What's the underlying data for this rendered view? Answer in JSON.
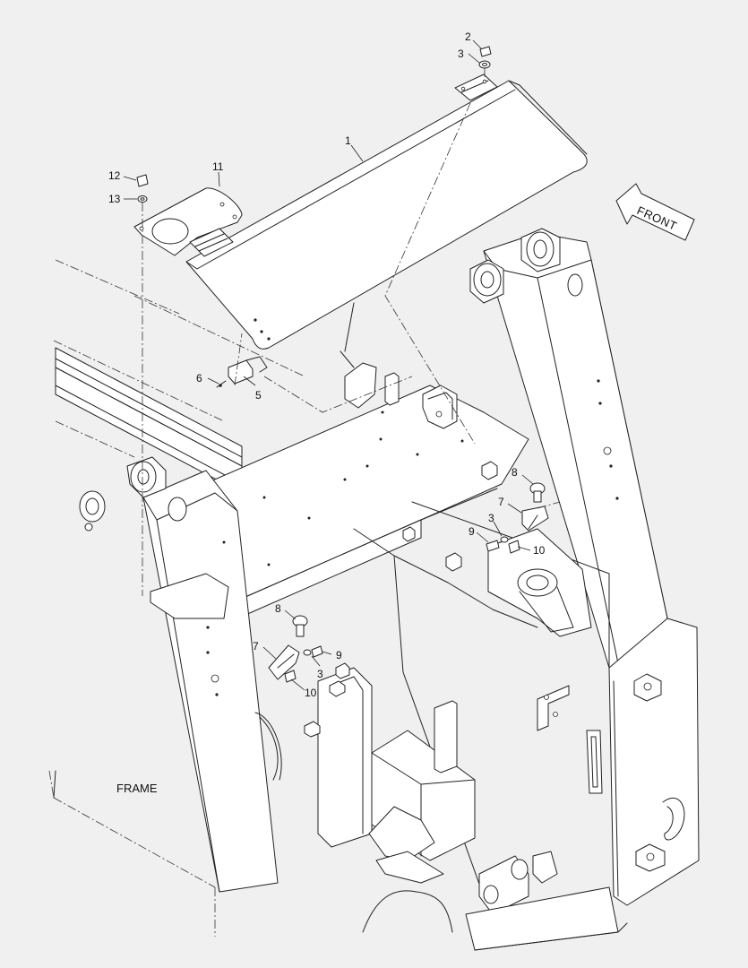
{
  "diagram": {
    "section_label": "FRAME",
    "direction_label": "FRONT",
    "callouts": [
      {
        "id": "c1",
        "text": "1"
      },
      {
        "id": "c2",
        "text": "2"
      },
      {
        "id": "c3a",
        "text": "3"
      },
      {
        "id": "c11",
        "text": "11"
      },
      {
        "id": "c12",
        "text": "12"
      },
      {
        "id": "c13",
        "text": "13"
      },
      {
        "id": "c6",
        "text": "6"
      },
      {
        "id": "c5",
        "text": "5"
      },
      {
        "id": "c8a",
        "text": "8"
      },
      {
        "id": "c7a",
        "text": "7"
      },
      {
        "id": "c3b",
        "text": "3"
      },
      {
        "id": "c9a",
        "text": "9"
      },
      {
        "id": "c10a",
        "text": "10"
      },
      {
        "id": "c8b",
        "text": "8"
      },
      {
        "id": "c7b",
        "text": "7"
      },
      {
        "id": "c9b",
        "text": "9"
      },
      {
        "id": "c3c",
        "text": "3"
      },
      {
        "id": "c10b",
        "text": "10"
      }
    ]
  }
}
